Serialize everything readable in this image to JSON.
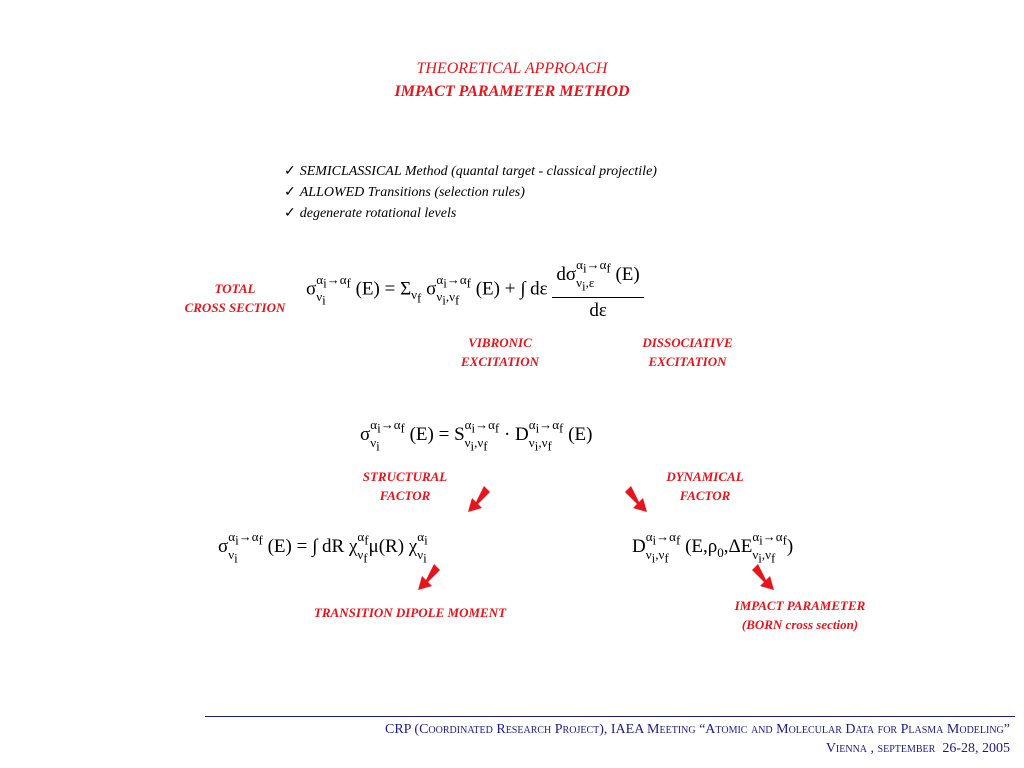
{
  "header": {
    "title": "THEORETICAL APPROACH",
    "subtitle": "IMPACT PARAMETER METHOD"
  },
  "bullets": [
    "SEMICLASSICAL Method (quantal target - classical projectile)",
    "ALLOWED Transitions (selection rules)",
    "degenerate rotational levels"
  ],
  "labels": {
    "total_line1": "TOTAL",
    "total_line2": "CROSS SECTION",
    "vibronic_line1": "VIBRONIC",
    "vibronic_line2": "EXCITATION",
    "dissociative_line1": "DISSOCIATIVE",
    "dissociative_line2": "EXCITATION",
    "structural_line1": "STRUCTURAL",
    "structural_line2": "FACTOR",
    "dynamical_line1": "DYNAMICAL",
    "dynamical_line2": "FACTOR",
    "tdm": "TRANSITION DIPOLE MOMENT",
    "impact_line1": "IMPACT PARAMETER",
    "impact_line2": "(BORN cross section)"
  },
  "footer": {
    "line1": "CRP (Coordinated Research Project), IAEA Meeting “Atomic and Molecular Data for Plasma Modeling”",
    "line2_place": "Vienna , september",
    "line2_dates": "26-28, 2005"
  },
  "colors": {
    "accent": "#e8141b",
    "footer": "#1a1a8c"
  }
}
